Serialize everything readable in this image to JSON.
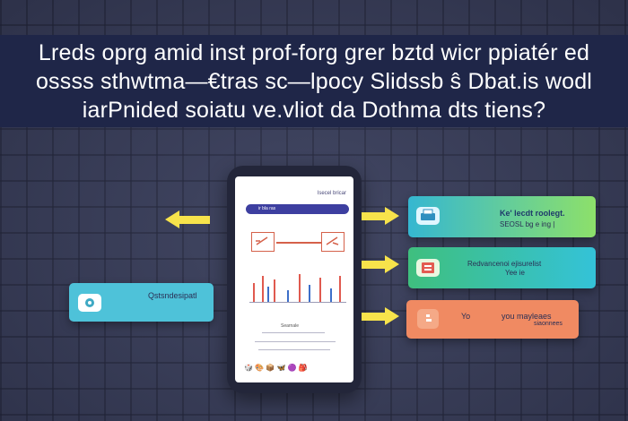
{
  "headline": {
    "line1": "Lreds oprg amid  inst prof-forg grer bztd wicr ppiatér ed",
    "line2": "ossss sthwtma—€tras sc—lpocy Slidssb ŝ Dbat.is wodl",
    "line3": "iarPnided  soiatu  ve.vliot da Dothma dts tiens?"
  },
  "phone": {
    "top_text": "Isecel bricar",
    "bar_text": "ir bla ras",
    "mini_label": "Searnale",
    "emojis": "🎲 🎨 📦 🦋     🟣 🎒"
  },
  "cards": {
    "left_label": "Qstsndesipatl",
    "right1_line1": "Ke' lecdt roolegt.",
    "right1_line2": "SEOSL bg e ing |",
    "right2_line1": "Redvancenoi ejisurelist",
    "right2_line2": "Yee ie",
    "right3_a": "Yo",
    "right3_b": "you mayleaes",
    "right3_c": "siaonnees"
  },
  "colors": {
    "band": "#1f2648",
    "arrow": "#f7e34b",
    "card_left": "#4ec2d9",
    "card_r1_start": "#35b7d1",
    "card_r1_end": "#8de06a",
    "card_r2_start": "#3fbf7e",
    "card_r2_end": "#34c2d8",
    "card_r3": "#f08a62"
  }
}
